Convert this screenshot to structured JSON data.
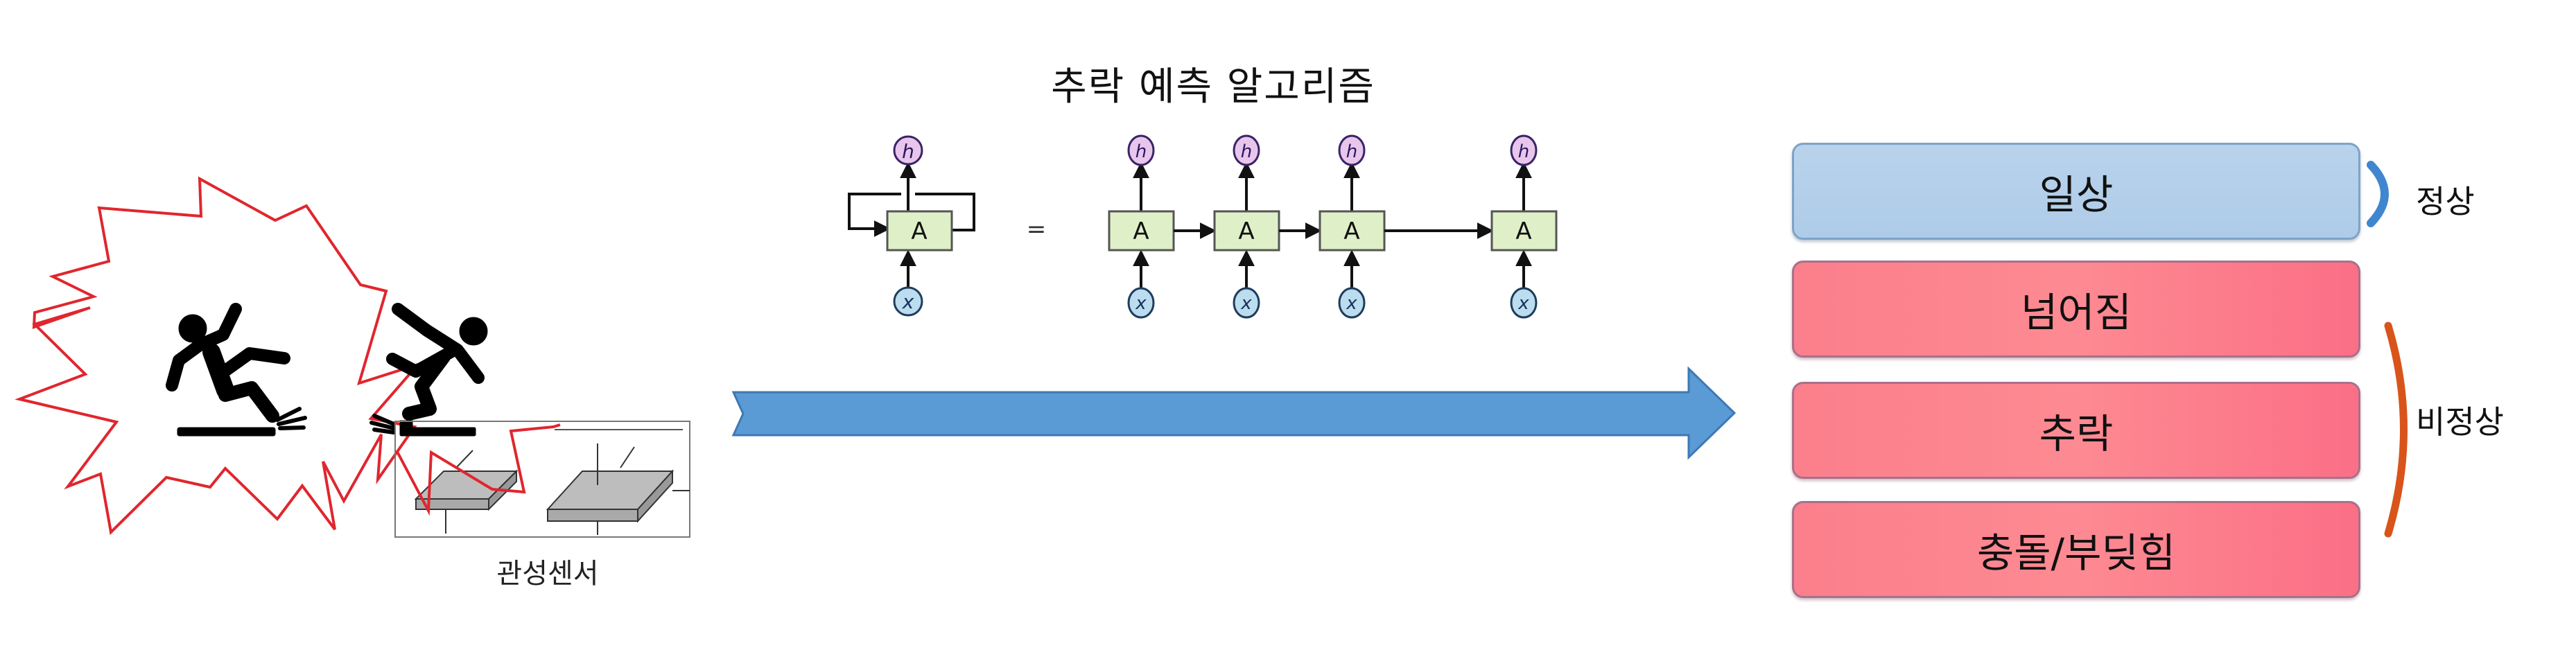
{
  "title": "추락 예측 알고리즘",
  "sensor": {
    "label": "관성센서"
  },
  "pictograms": [
    {
      "name": "slip-fall-figure"
    },
    {
      "name": "trip-fall-figure"
    }
  ],
  "rnn": {
    "cell_label": "A",
    "equals": "=",
    "input_label": "x",
    "output_label": "h",
    "unrolled_steps": 4
  },
  "classes": [
    {
      "label": "일상",
      "group": "normal"
    },
    {
      "label": "넘어짐",
      "group": "abnormal"
    },
    {
      "label": "추락",
      "group": "abnormal"
    },
    {
      "label": "충돌/부딪힘",
      "group": "abnormal"
    }
  ],
  "groups": {
    "normal": {
      "label": "정상",
      "color": "#3f86cf"
    },
    "abnormal": {
      "label": "비정상",
      "color": "#d9541a"
    }
  },
  "colors": {
    "burst_outline": "#e0262e",
    "flow_arrow": "#5b9bd5",
    "cell_fill": "#dff0c8",
    "output_node_fill": "#e8c6ec",
    "input_node_fill": "#bcdcef"
  }
}
